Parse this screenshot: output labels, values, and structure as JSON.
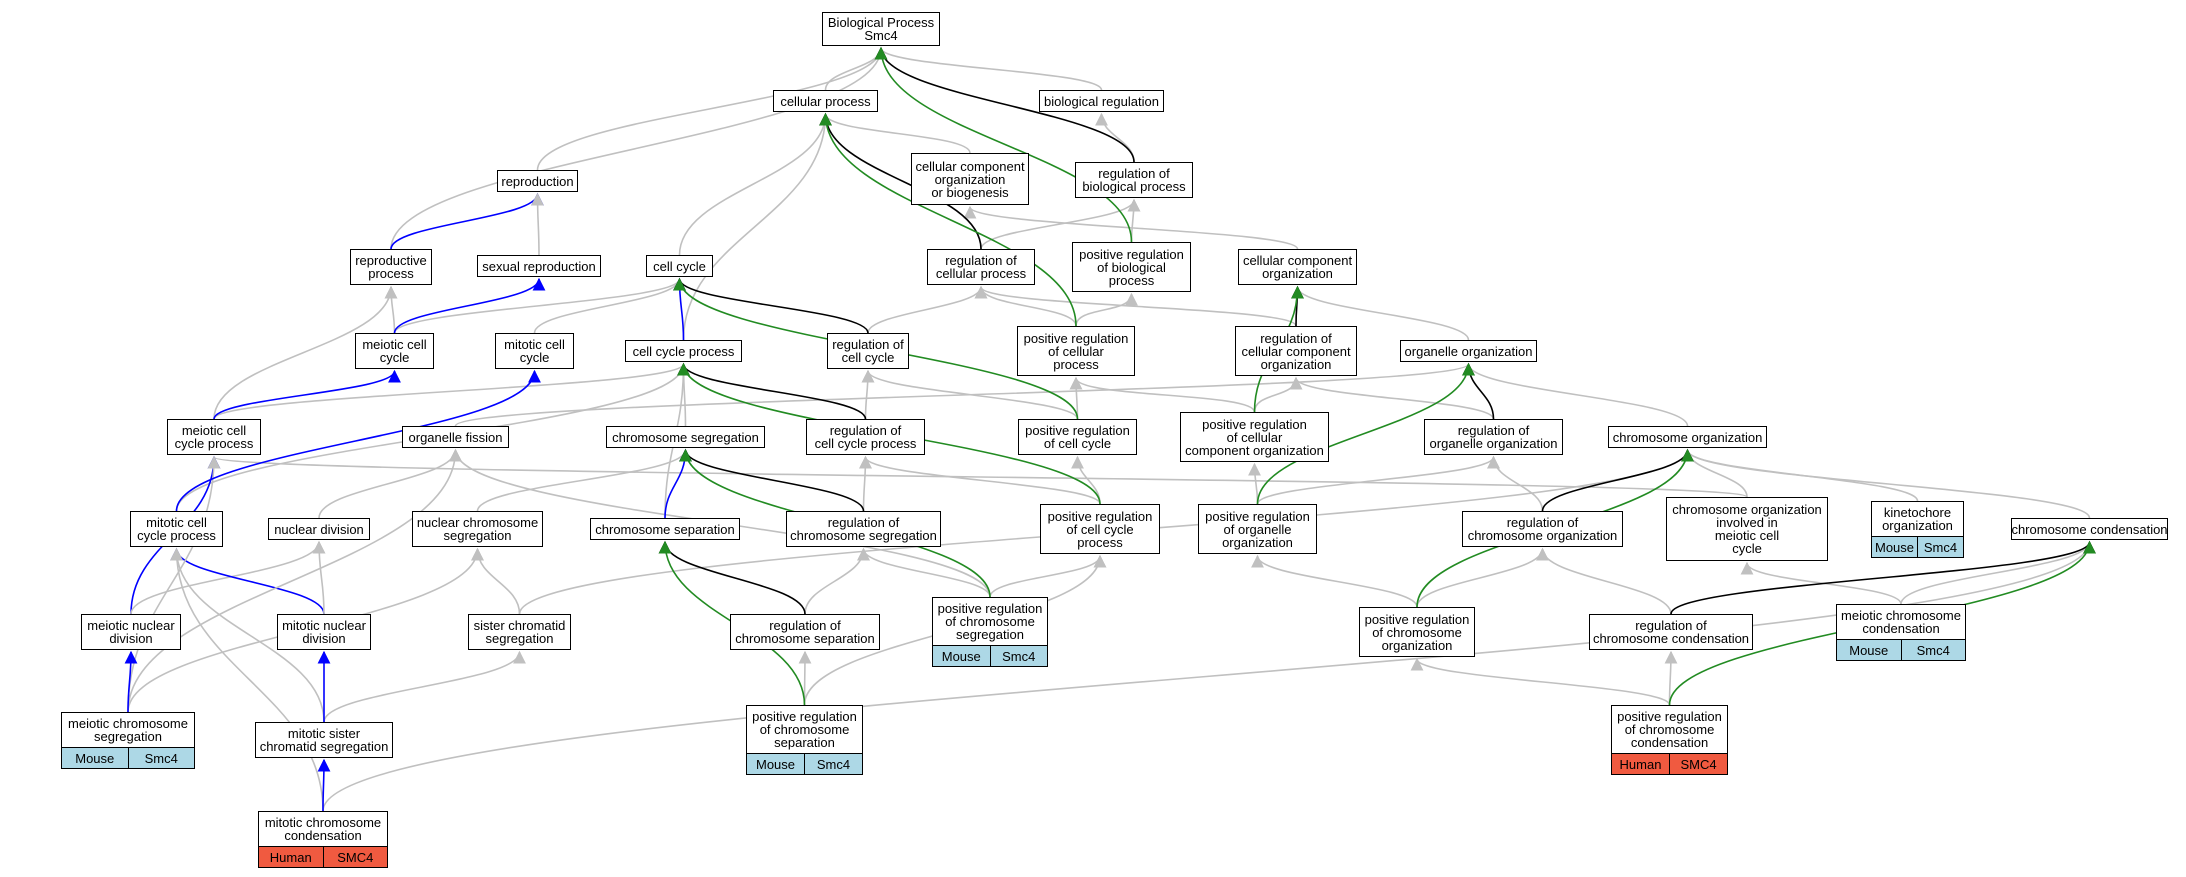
{
  "colors": {
    "is_a": "#c0c0c0",
    "part_of": "#0000ff",
    "regulates": "#000000",
    "positively_regulates": "#228b22",
    "mouse_annotation": "#add8e6",
    "human_annotation": "#f05a40"
  },
  "nodes": {
    "bp": {
      "lines": [
        "Biological Process",
        "Smc4"
      ]
    },
    "cp": {
      "lines": [
        "cellular process"
      ]
    },
    "breg": {
      "lines": [
        "biological regulation"
      ]
    },
    "repro": {
      "lines": [
        "reproduction"
      ]
    },
    "ccob": {
      "lines": [
        "cellular component",
        "organization",
        "or biogenesis"
      ]
    },
    "rbp": {
      "lines": [
        "regulation of",
        "biological process"
      ]
    },
    "rp": {
      "lines": [
        "reproductive",
        "process"
      ]
    },
    "sr": {
      "lines": [
        "sexual reproduction"
      ]
    },
    "cc": {
      "lines": [
        "cell cycle"
      ]
    },
    "rcp": {
      "lines": [
        "regulation of",
        "cellular process"
      ]
    },
    "prbp": {
      "lines": [
        "positive regulation",
        "of biological",
        "process"
      ]
    },
    "cco": {
      "lines": [
        "cellular component",
        "organization"
      ]
    },
    "mcc": {
      "lines": [
        "meiotic cell",
        "cycle"
      ]
    },
    "mitcc": {
      "lines": [
        "mitotic cell",
        "cycle"
      ]
    },
    "ccp": {
      "lines": [
        "cell cycle process"
      ]
    },
    "rcc": {
      "lines": [
        "regulation of",
        "cell cycle"
      ]
    },
    "prcp": {
      "lines": [
        "positive regulation",
        "of cellular",
        "process"
      ]
    },
    "rcco": {
      "lines": [
        "regulation of",
        "cellular component",
        "organization"
      ]
    },
    "oo": {
      "lines": [
        "organelle organization"
      ]
    },
    "mccp": {
      "lines": [
        "meiotic cell",
        "cycle process"
      ]
    },
    "of": {
      "lines": [
        "organelle fission"
      ]
    },
    "cs": {
      "lines": [
        "chromosome segregation"
      ]
    },
    "rccp": {
      "lines": [
        "regulation of",
        "cell cycle process"
      ]
    },
    "prcc": {
      "lines": [
        "positive regulation",
        "of cell cycle"
      ]
    },
    "prcco": {
      "lines": [
        "positive regulation",
        "of cellular",
        "component organization"
      ]
    },
    "roo": {
      "lines": [
        "regulation of",
        "organelle organization"
      ]
    },
    "co": {
      "lines": [
        "chromosome organization"
      ]
    },
    "mitccp": {
      "lines": [
        "mitotic cell",
        "cycle process"
      ]
    },
    "nd": {
      "lines": [
        "nuclear division"
      ]
    },
    "ncs": {
      "lines": [
        "nuclear chromosome",
        "segregation"
      ]
    },
    "csep": {
      "lines": [
        "chromosome separation"
      ]
    },
    "rcs": {
      "lines": [
        "regulation of",
        "chromosome segregation"
      ]
    },
    "prccp": {
      "lines": [
        "positive regulation",
        "of cell cycle",
        "process"
      ]
    },
    "proo": {
      "lines": [
        "positive regulation",
        "of organelle",
        "organization"
      ]
    },
    "rco": {
      "lines": [
        "regulation of",
        "chromosome organization"
      ]
    },
    "coimc": {
      "lines": [
        "chromosome organization",
        "involved in",
        "meiotic cell",
        "cycle"
      ]
    },
    "ko": {
      "lines": [
        "kinetochore",
        "organization"
      ],
      "ann": {
        "cls": "mouse",
        "org": "Mouse",
        "gene": "Smc4"
      }
    },
    "ccond": {
      "lines": [
        "chromosome condensation"
      ]
    },
    "mnd": {
      "lines": [
        "meiotic nuclear",
        "division"
      ]
    },
    "mitnd": {
      "lines": [
        "mitotic nuclear",
        "division"
      ]
    },
    "scs": {
      "lines": [
        "sister chromatid",
        "segregation"
      ]
    },
    "rcsep": {
      "lines": [
        "regulation of",
        "chromosome separation"
      ]
    },
    "prcs": {
      "lines": [
        "positive regulation",
        "of chromosome",
        "segregation"
      ],
      "ann": {
        "cls": "mouse",
        "org": "Mouse",
        "gene": "Smc4"
      }
    },
    "prco": {
      "lines": [
        "positive regulation",
        "of chromosome",
        "organization"
      ]
    },
    "rccond": {
      "lines": [
        "regulation of",
        "chromosome condensation"
      ]
    },
    "mcond": {
      "lines": [
        "meiotic chromosome",
        "condensation"
      ],
      "ann": {
        "cls": "mouse",
        "org": "Mouse",
        "gene": "Smc4"
      }
    },
    "mcseg": {
      "lines": [
        "meiotic chromosome",
        "segregation"
      ],
      "ann": {
        "cls": "mouse",
        "org": "Mouse",
        "gene": "Smc4"
      }
    },
    "mscs": {
      "lines": [
        "mitotic sister",
        "chromatid segregation"
      ]
    },
    "prcsep": {
      "lines": [
        "positive regulation",
        "of chromosome",
        "separation"
      ],
      "ann": {
        "cls": "mouse",
        "org": "Mouse",
        "gene": "Smc4"
      }
    },
    "prccond": {
      "lines": [
        "positive regulation",
        "of chromosome",
        "condensation"
      ],
      "ann": {
        "cls": "human",
        "org": "Human",
        "gene": "SMC4"
      }
    },
    "mitcond": {
      "lines": [
        "mitotic chromosome",
        "condensation"
      ],
      "ann": {
        "cls": "human",
        "org": "Human",
        "gene": "SMC4"
      }
    }
  }
}
